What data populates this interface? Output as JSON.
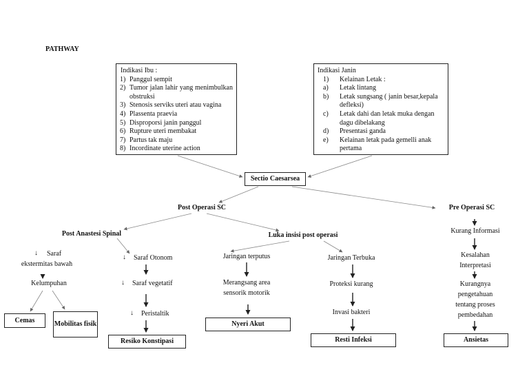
{
  "heading": "PATHWAY",
  "indikasi_ibu": {
    "title": "Indikasi Ibu :",
    "items": [
      {
        "no": "1)",
        "text": "Panggul sempit"
      },
      {
        "no": "2)",
        "text": "Tumor jalan lahir yang menimbulkan obstruksi"
      },
      {
        "no": "3)",
        "text": "Stenosis serviks uteri atau vagina"
      },
      {
        "no": "4)",
        "text": "Plassenta praevia"
      },
      {
        "no": "5)",
        "text": "Disproporsi janin panggul"
      },
      {
        "no": "6)",
        "text": "Rupture uteri membakat"
      },
      {
        "no": "7)",
        "text": "Partus tak maju"
      },
      {
        "no": "8)",
        "text": "Incordinate uterine action"
      }
    ]
  },
  "indikasi_janin": {
    "title": "Indikasi Janin",
    "head": {
      "no": "1)",
      "text": "Kelainan Letak :"
    },
    "items": [
      {
        "no": "a)",
        "text": "Letak lintang"
      },
      {
        "no": "b)",
        "text": "Letak sungsang ( janin besar,kepala defleksi)"
      },
      {
        "no": "c)",
        "text": "Letak dahi dan letak muka dengan dagu dibelakang"
      },
      {
        "no": "d)",
        "text": "Presentasi ganda"
      },
      {
        "no": "e)",
        "text": "Kelainan letak pada gemelli anak pertama"
      }
    ]
  },
  "nodes": {
    "sectio": "Sectio Caesarsea",
    "post_op": "Post Operasi SC",
    "pre_op": "Pre Operasi SC",
    "post_anastesi": "Post Anastesi Spinal",
    "luka_insisi": "Luka insisi post operasi",
    "saraf_ekstremitas_1": "Saraf",
    "saraf_ekstremitas_2": "ekstermitas bawah",
    "kelumpuhan": "Kelumpuhan",
    "saraf_otonom": "Saraf Otonom",
    "saraf_vegetatif": "Saraf vegetatif",
    "peristaltik": "Peristaltik",
    "jaringan_terputus": "Jaringan terputus",
    "merangsang_1": "Merangsang area",
    "merangsang_2": "sensorik motorik",
    "jaringan_terbuka": "Jaringan Terbuka",
    "proteksi": "Proteksi kurang",
    "invasi": "Invasi bakteri",
    "kurang_informasi": "Kurang Informasi",
    "kesalahan_1": "Kesalahan",
    "kesalahan_2": "Interpretasi",
    "kurangnya_1": "Kurangnya",
    "kurangnya_2": "pengetahuan",
    "kurangnya_3": "tentang proses",
    "kurangnya_4": "pembedahan"
  },
  "down_arrow_glyph": "↓",
  "outcomes": {
    "cemas": "Cemas",
    "mobilitas": "Mobilitas fisik",
    "konstipasi": "Resiko Konstipasi",
    "nyeri": "Nyeri Akut",
    "infeksi": "Resti Infeksi",
    "ansietas": "Ansietas"
  },
  "colors": {
    "line": "#222222",
    "thin_line": "#888888"
  }
}
